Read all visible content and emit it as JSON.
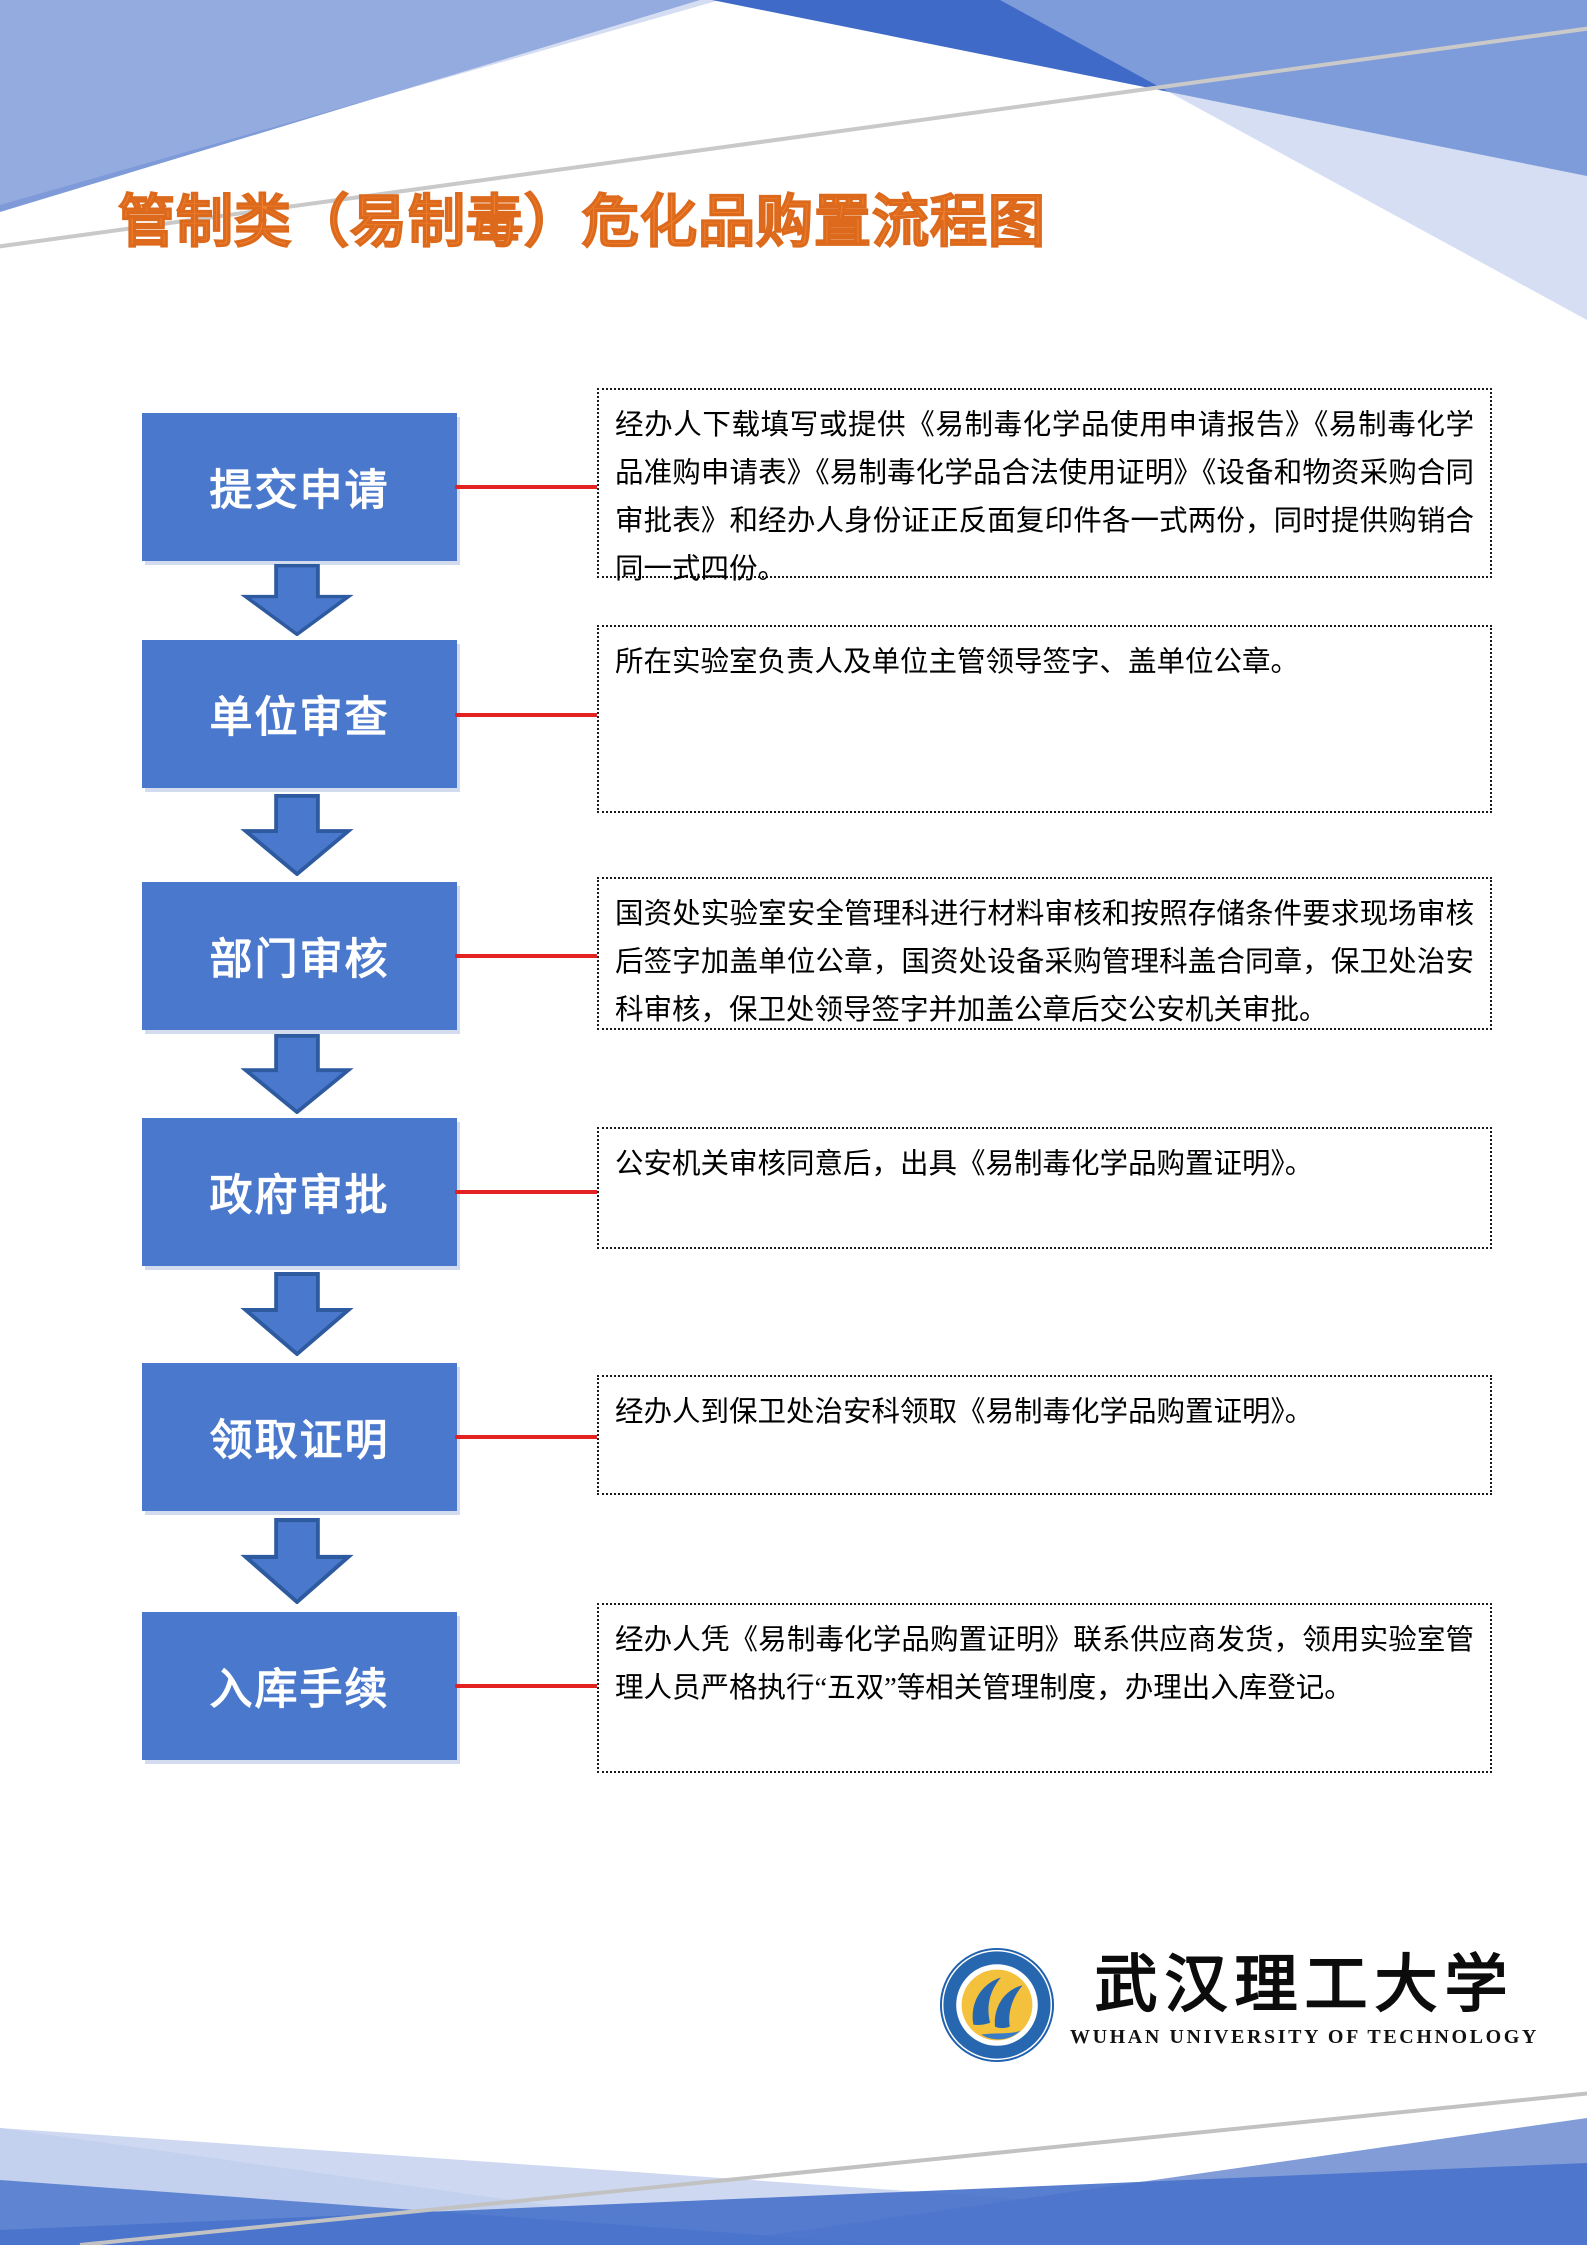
{
  "title": "管制类（易制毒）危化品购置流程图",
  "steps": [
    {
      "label": "提交申请",
      "description": "经办人下载填写或提供《易制毒化学品使用申请报告》《易制毒化学品准购申请表》《易制毒化学品合法使用证明》《设备和物资采购合同审批表》和经办人身份证正反面复印件各一式两份，同时提供购销合同一式四份。"
    },
    {
      "label": "单位审查",
      "description": "所在实验室负责人及单位主管领导签字、盖单位公章。"
    },
    {
      "label": "部门审核",
      "description": "国资处实验室安全管理科进行材料审核和按照存储条件要求现场审核后签字加盖单位公章，国资处设备采购管理科盖合同章，保卫处治安科审核，保卫处领导签字并加盖公章后交公安机关审批。"
    },
    {
      "label": "政府审批",
      "description": "公安机关审核同意后，出具《易制毒化学品购置证明》。"
    },
    {
      "label": "领取证明",
      "description": "经办人到保卫处治安科领取《易制毒化学品购置证明》。"
    },
    {
      "label": "入库手续",
      "description": "经办人凭《易制毒化学品购置证明》联系供应商发货，领用实验室管理人员严格执行“五双”等相关管理制度，办理出入库登记。"
    }
  ],
  "logo": {
    "name_zh": "武汉理工大学",
    "name_en": "WUHAN UNIVERSITY OF TECHNOLOGY"
  },
  "colors": {
    "step_box_blue": "#4A78CC",
    "arrow_blue": "#4A78CC",
    "arrow_border_blue": "#2E5AA0",
    "connector_red": "#E32222",
    "title_orange": "#F0812F",
    "decor_dark_blue": "#3F6AC8",
    "decor_medium_blue": "#7E9AD8",
    "decor_light_blue": "#B3C3EA",
    "emblem_blue": "#2767B0",
    "emblem_yellow": "#F3C13C"
  }
}
